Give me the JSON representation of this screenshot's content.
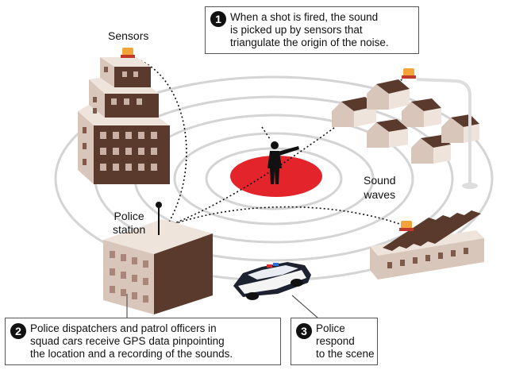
{
  "labels": {
    "sensors": "Sensors",
    "sound_waves": "Sound\nwaves",
    "police_station": "Police\nstation"
  },
  "callouts": [
    {
      "number": "1",
      "text": "When a shot is fired, the sound\nis picked up by sensors that\ntriangulate the origin of the noise."
    },
    {
      "number": "2",
      "text": "Police dispatchers and patrol officers in\nsquad cars receive GPS data pinpointing\nthe location and a recording of the sounds."
    },
    {
      "number": "3",
      "text": "Police\nrespond\nto the scene"
    }
  ],
  "colors": {
    "gunshot_zone": "#e3242b",
    "building_front": "#d9c6bb",
    "building_side": "#5a3a2c",
    "building_top": "#efe4dc",
    "sensor_light": "#f2a33a",
    "car": "#1d2230"
  }
}
